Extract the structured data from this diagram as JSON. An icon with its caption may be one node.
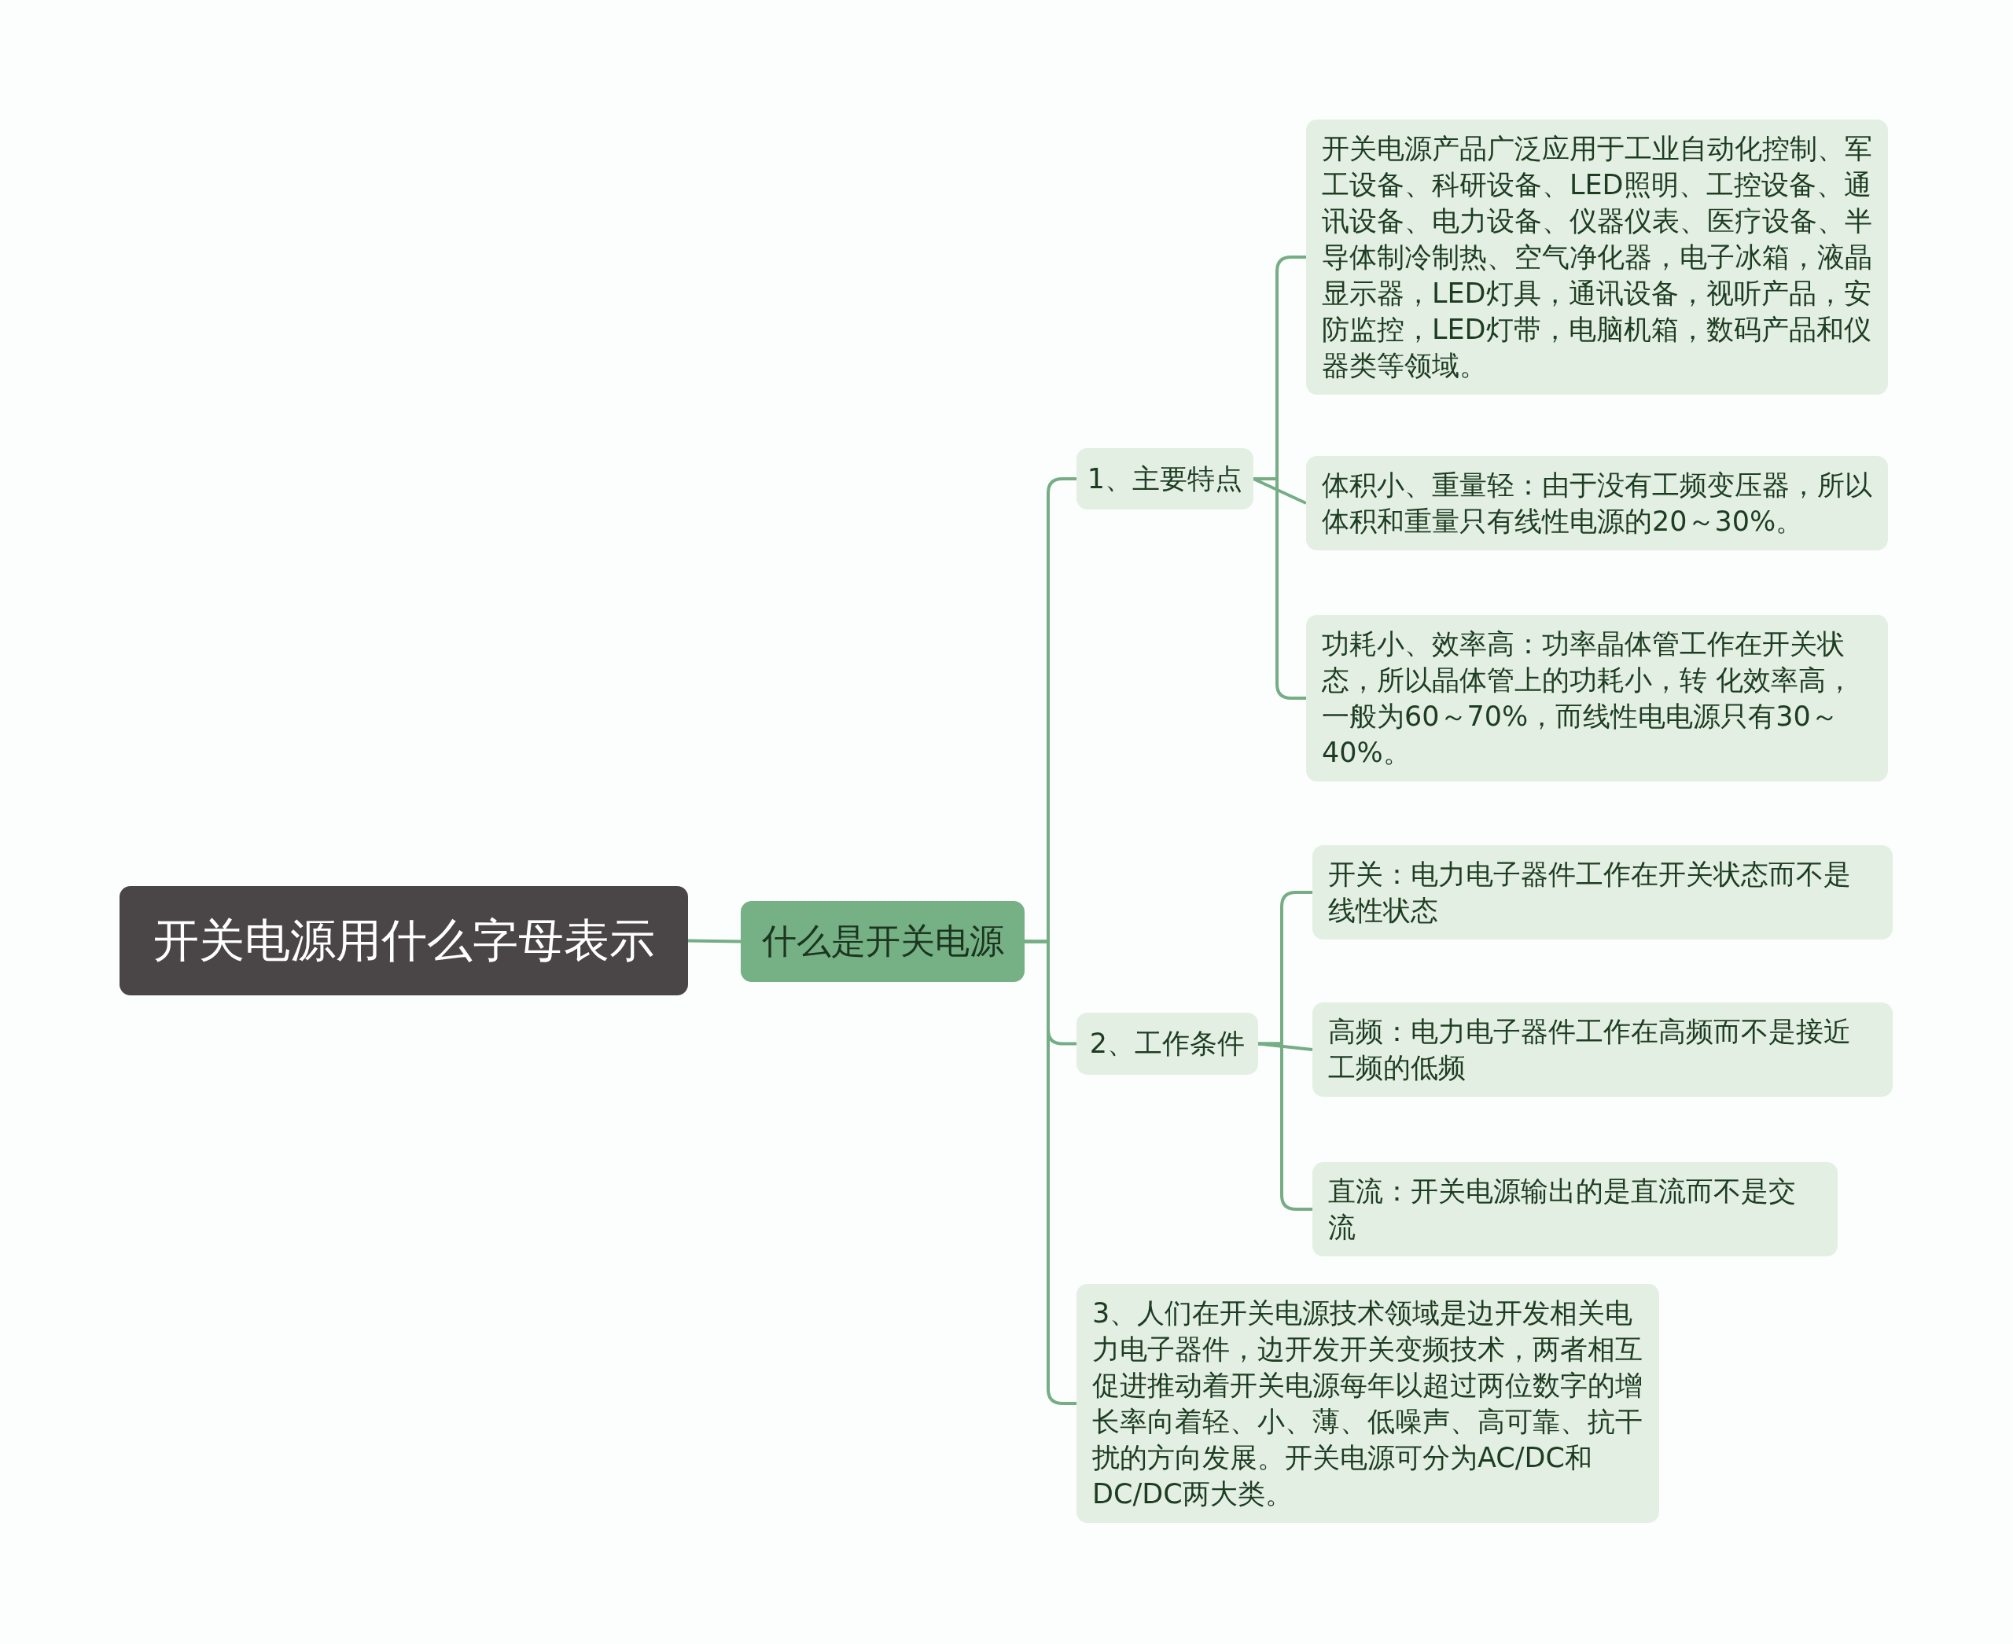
{
  "diagram": {
    "nodes": [
      {
        "text": [
          "开关电源用什么字母表示"
        ]
      },
      {
        "text": [
          "什么是开关电源"
        ]
      },
      {
        "text": [
          "1、主要特点"
        ]
      },
      {
        "text": [
          "开关电源产品广泛应用于工业自动化控制、军工设备、科研设备、LED照明、工控设备、通讯设备、电力设备、仪器仪表、医疗设备、半导体制冷制热、空气净化器，电子冰箱，液晶显示器，LED灯具，通讯设备，视听产品，安防监控，LED灯带，电脑机箱，数码产品和仪器类等领域。"
        ]
      },
      {
        "text": [
          "体积小、重量轻：由于没有工频变压器，所以体积和重量只有线性电源的20～30%。"
        ]
      },
      {
        "text": [
          "功耗小、效率高：功率晶体管工作在开关状态，所以晶体管上的功耗小，转 化效率高，一般为60～70%，而线性电电源只有30～40%。"
        ]
      },
      {
        "text": [
          "2、工作条件"
        ]
      },
      {
        "text": [
          "开关：电力电子器件工作在开关状态而不是线性状态"
        ]
      },
      {
        "text": [
          "高频：电力电子器件工作在高频而不是接近工频的低频"
        ]
      },
      {
        "text": [
          "直流：开关电源输出的是直流而不是交流"
        ]
      },
      {
        "text": [
          "3、人们在开关电源技术领域是边开发相关电力电子器件，边开发开关变频技术，两者相互促进推动着开关电源每年以超过两位数字的增长率向着轻、小、薄、低噪声、高可靠、抗干扰的方向发展。开关电源可分为AC/DC和DC/DC两大类。"
        ]
      }
    ],
    "edges": [
      {
        "from": 0,
        "to": 1,
        "arrow": "none"
      },
      {
        "from": 1,
        "to": 2,
        "arrow": "none"
      },
      {
        "from": 1,
        "to": 6,
        "arrow": "none"
      },
      {
        "from": 1,
        "to": 10,
        "arrow": "none"
      },
      {
        "from": 2,
        "to": 3,
        "arrow": "none"
      },
      {
        "from": 2,
        "to": 4,
        "arrow": "none"
      },
      {
        "from": 2,
        "to": 5,
        "arrow": "none"
      },
      {
        "from": 6,
        "to": 7,
        "arrow": "none"
      },
      {
        "from": 6,
        "to": 8,
        "arrow": "none"
      },
      {
        "from": 6,
        "to": 9,
        "arrow": "none"
      }
    ]
  }
}
